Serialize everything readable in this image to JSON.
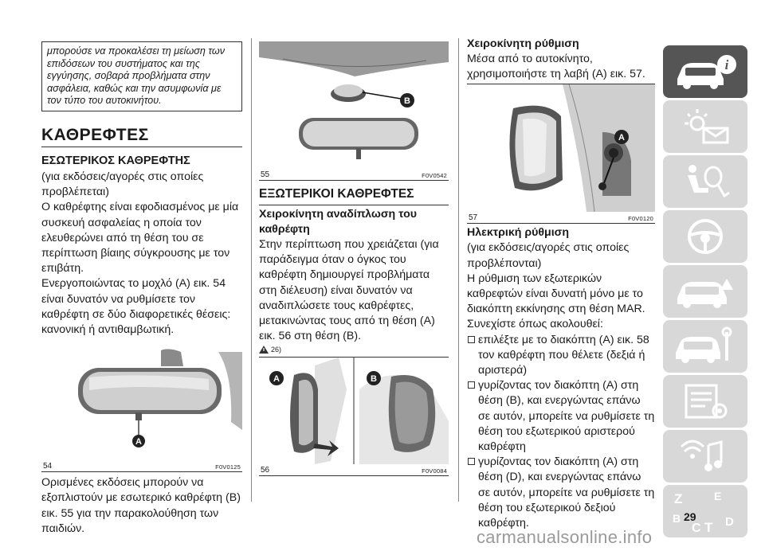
{
  "col1": {
    "warning": "μπορούσε να προκαλέσει τη μείωση των επιδόσεων του συστήματος και της εγγύησης, σοβαρά προβλήματα στην ασφάλεια, καθώς και την ασυμφωνία με τον τύπο του αυτοκινήτου.",
    "heading": "ΚΑΘΡΕΦΤΕΣ",
    "subheading": "ΕΣΩΤΕΡΙΚΟΣ ΚΑΘΡΕΦΤΗΣ",
    "para1": "(για εκδόσεις/αγορές στις οποίες προβλέπεται)",
    "para2": "Ο καθρέφτης είναι εφοδιασμένος με μία συσκευή ασφαλείας η οποία τον ελευθερώνει από τη θέση του σε περίπτωση βίαιης σύγκρουσης με τον επιβάτη.",
    "para3": "Ενεργοποιώντας το μοχλό (A) εικ. 54 είναι δυνατόν να ρυθμίσετε τον καθρέφτη σε δύο διαφορετικές θέσεις: κανονική ή αντιθαμβωτική.",
    "fig": {
      "num": "54",
      "code": "F0V0125",
      "label_a": "A"
    },
    "para4": "Ορισμένες εκδόσεις μπορούν να εξοπλιστούν με εσωτερικό καθρέφτη (B) εικ. 55 για την παρακολούθηση των παιδιών."
  },
  "col2": {
    "fig55": {
      "num": "55",
      "code": "F0V0542",
      "label_b": "B"
    },
    "heading": "ΕΞΩΤΕΡΙΚΟΙ ΚΑΘΡΕΦΤΕΣ",
    "subheading": "Χειροκίνητη αναδίπλωση του καθρέφτη",
    "para1": "Στην περίπτωση που χρειάζεται (για παράδειγμα όταν ο όγκος του καθρέφτη δημιουργεί προβλήματα στη διέλευση) είναι δυνατόν να αναδιπλώσετε τους καθρέφτες, μετακινώντας τους από τη θέση (A) εικ. 56 στη θέση (B).",
    "note_ref": "26)",
    "fig56": {
      "num": "56",
      "code": "F0V0084",
      "label_a": "A",
      "label_b": "B"
    }
  },
  "col3": {
    "heading1": "Χειροκίνητη ρύθμιση",
    "para1": "Μέσα από το αυτοκίνητο, χρησιμοποιήστε τη λαβή (A) εικ. 57.",
    "fig57": {
      "num": "57",
      "code": "F0V0120",
      "label_a": "A"
    },
    "heading2": "Ηλεκτρική ρύθμιση",
    "para2": "(για εκδόσεις/αγορές στις οποίες προβλέπονται)",
    "para3": "Η ρύθμιση των εξωτερικών καθρεφτών είναι δυνατή μόνο με το διακόπτη εκκίνησης στη θέση MAR.",
    "para4": "Συνεχίστε όπως ακολουθεί:",
    "bullets": [
      "επιλέξτε με το διακόπτη (A) εικ. 58 τον καθρέφτη που θέλετε (δεξιά ή αριστερά)",
      "γυρίζοντας τον διακόπτη (A) στη θέση (B), και ενεργώντας επάνω σε αυτόν, μπορείτε να ρυθμίσετε τη θέση του εξωτερικού αριστερού καθρέφτη",
      "γυρίζοντας τον διακόπτη (A) στη θέση (D), και ενεργώντας επάνω σε αυτόν, μπορείτε να ρυθμίσετε τη θέση του εξωτερικού δεξιού καθρέφτη."
    ]
  },
  "sidebar": {
    "tabs": [
      {
        "icon": "car-info-icon",
        "active": true
      },
      {
        "icon": "warning-lights-icon",
        "active": false
      },
      {
        "icon": "airbag-seat-icon",
        "active": false
      },
      {
        "icon": "steering-wheel-icon",
        "active": false
      },
      {
        "icon": "car-emergency-icon",
        "active": false
      },
      {
        "icon": "car-tools-icon",
        "active": false
      },
      {
        "icon": "technical-data-icon",
        "active": false
      },
      {
        "icon": "multimedia-icon",
        "active": false
      },
      {
        "icon": "index-letters-icon",
        "active": false
      }
    ],
    "index_letters": [
      "Z",
      "E",
      "B",
      "C",
      "T",
      "D"
    ]
  },
  "page_number": "29",
  "watermark": "carmanualsonline.info"
}
